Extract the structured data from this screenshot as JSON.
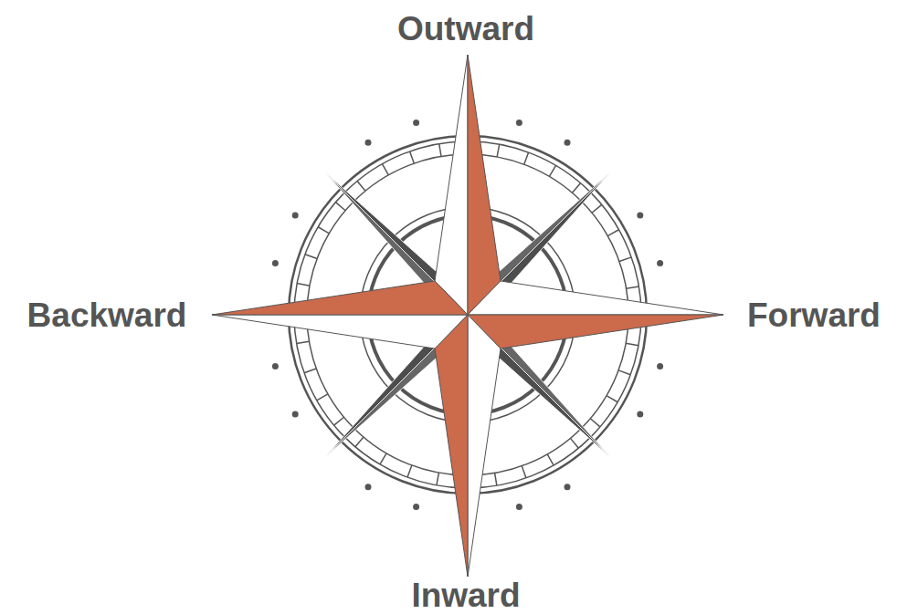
{
  "diagram": {
    "labels": [
      "Outward",
      "Backward",
      "Forward",
      "Inward"
    ]
  }
}
